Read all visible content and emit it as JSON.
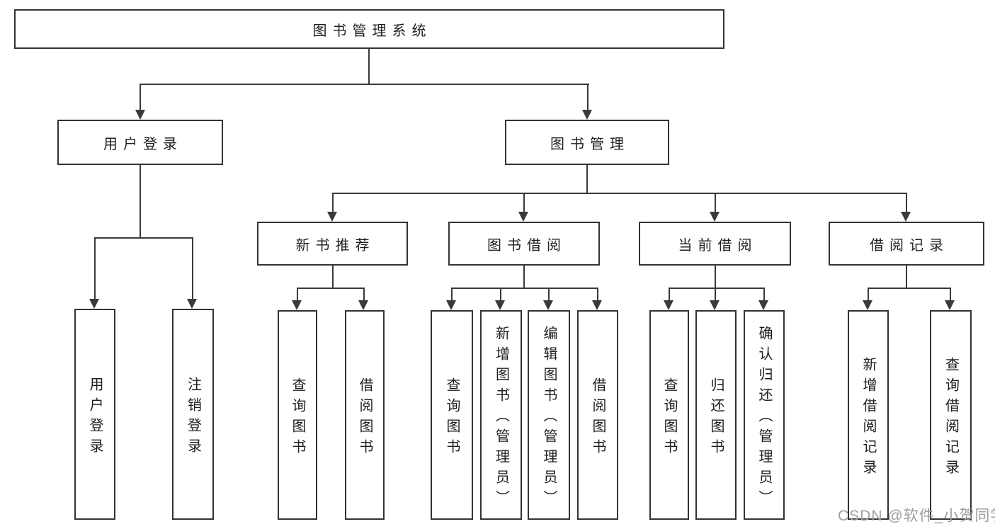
{
  "colors": {
    "background": "#ffffff",
    "line": "#3a3a3a",
    "box_border": "#333333",
    "text": "#1f1f1f",
    "watermark": "#9e9e9e"
  },
  "diagram": {
    "root": {
      "label": "图书管理系统"
    },
    "branches": [
      {
        "label": "用户登录",
        "children": [
          {
            "label": "用户登录"
          },
          {
            "label": "注销登录"
          }
        ]
      },
      {
        "label": "图书管理",
        "sections": [
          {
            "label": "新书推荐",
            "children": [
              {
                "label": "查询图书"
              },
              {
                "label": "借阅图书"
              }
            ]
          },
          {
            "label": "图书借阅",
            "children": [
              {
                "label": "查询图书"
              },
              {
                "label": "新增图书（管理员）"
              },
              {
                "label": "编辑图书（管理员）"
              },
              {
                "label": "借阅图书"
              }
            ]
          },
          {
            "label": "当前借阅",
            "children": [
              {
                "label": "查询图书"
              },
              {
                "label": "归还图书"
              },
              {
                "label": "确认归还（管理员）"
              }
            ]
          },
          {
            "label": "借阅记录",
            "children": [
              {
                "label": "新增借阅记录"
              },
              {
                "label": "查询借阅记录"
              }
            ]
          }
        ]
      }
    ]
  },
  "watermark": {
    "text": "CSDN @软件_小贺同学"
  }
}
